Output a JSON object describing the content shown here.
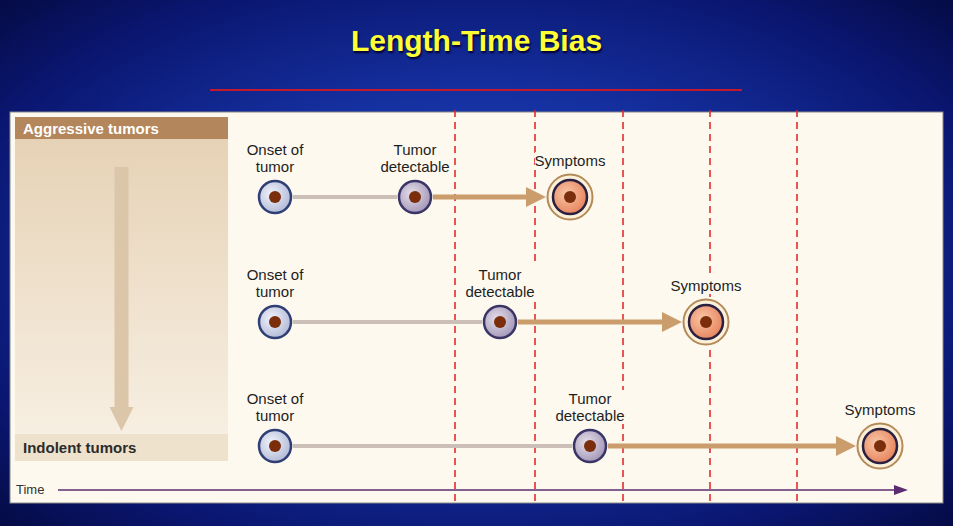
{
  "diagram": {
    "title": "Length-Time Bias",
    "nodes": [
      {
        "text": [
          "Aggressive tumors"
        ]
      },
      {
        "text": [
          "Onset of tumor"
        ]
      },
      {
        "text": [
          "Tumor detectable"
        ]
      },
      {
        "text": [
          "Symptoms"
        ]
      },
      {
        "text": [
          "Onset of tumor"
        ]
      },
      {
        "text": [
          "Tumor detectable"
        ]
      },
      {
        "text": [
          "Symptoms"
        ]
      },
      {
        "text": [
          "Indolent tumors"
        ]
      },
      {
        "text": [
          "Onset of tumor"
        ]
      },
      {
        "text": [
          "Tumor detectable"
        ]
      },
      {
        "text": [
          "Symptoms"
        ]
      }
    ],
    "edges": [
      {
        "from": 0,
        "to": 7,
        "arrow": "to"
      },
      {
        "from": 1,
        "to": 2,
        "arrow": "none"
      },
      {
        "from": 2,
        "to": 3,
        "arrow": "to"
      },
      {
        "from": 4,
        "to": 5,
        "arrow": "none"
      },
      {
        "from": 5,
        "to": 6,
        "arrow": "to"
      },
      {
        "from": 8,
        "to": 9,
        "arrow": "none"
      },
      {
        "from": 9,
        "to": 10,
        "arrow": "to"
      }
    ],
    "labels": [
      "Time"
    ]
  }
}
